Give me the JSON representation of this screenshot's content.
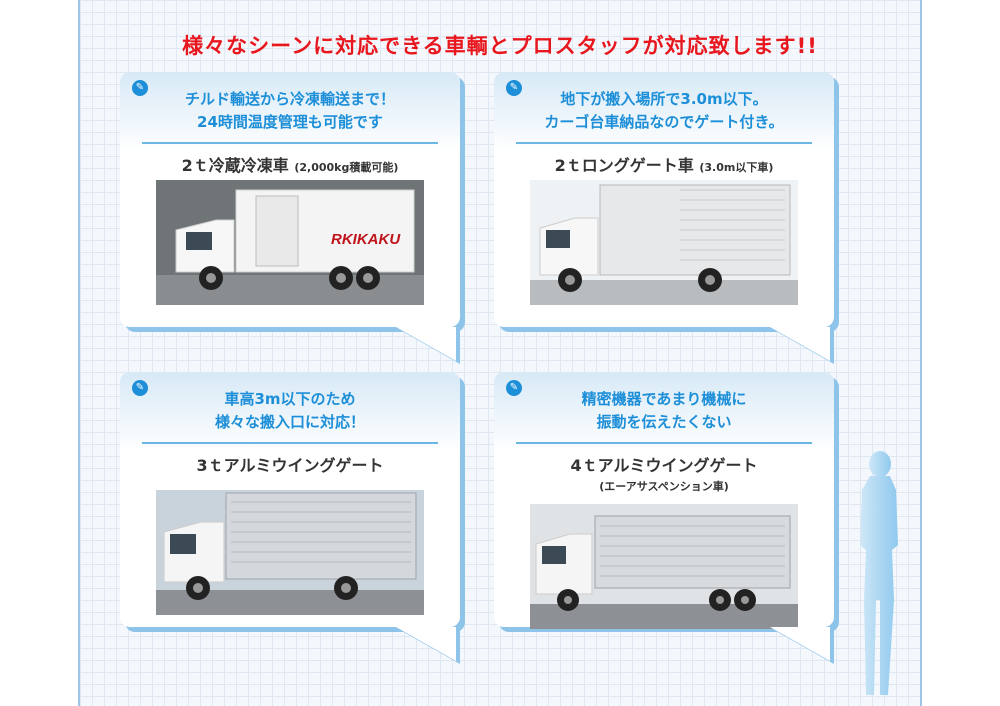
{
  "headline": "様々なシーンに対応できる車輌とプロスタッフが対応致します!!",
  "cards": [
    {
      "lead_line1": "チルド輸送から冷凍輸送まで！",
      "lead_line2": "24時間温度管理も可能です",
      "model": "2ｔ冷蔵冷凍車",
      "model_note": "(2,000kg積載可能)",
      "truck_logo": "RKIKAKU"
    },
    {
      "lead_line1": "地下が搬入場所で3.0m以下。",
      "lead_line2": "カーゴ台車納品なのでゲート付き。",
      "model": "2ｔロングゲート車",
      "model_note": "(3.0m以下車)"
    },
    {
      "lead_line1": "車高3m以下のため",
      "lead_line2": "様々な搬入口に対応！",
      "model": "3ｔアルミウイングゲート",
      "model_note": ""
    },
    {
      "lead_line1": "精密機器であまり機械に",
      "lead_line2": "振動を伝えたくない",
      "model": "4ｔアルミウイングゲート",
      "model_note": "(エーアサスペンション車)"
    }
  ],
  "colors": {
    "accent": "#1d8fd8",
    "headline": "#e8161d",
    "shadow": "#8fc4ea"
  }
}
